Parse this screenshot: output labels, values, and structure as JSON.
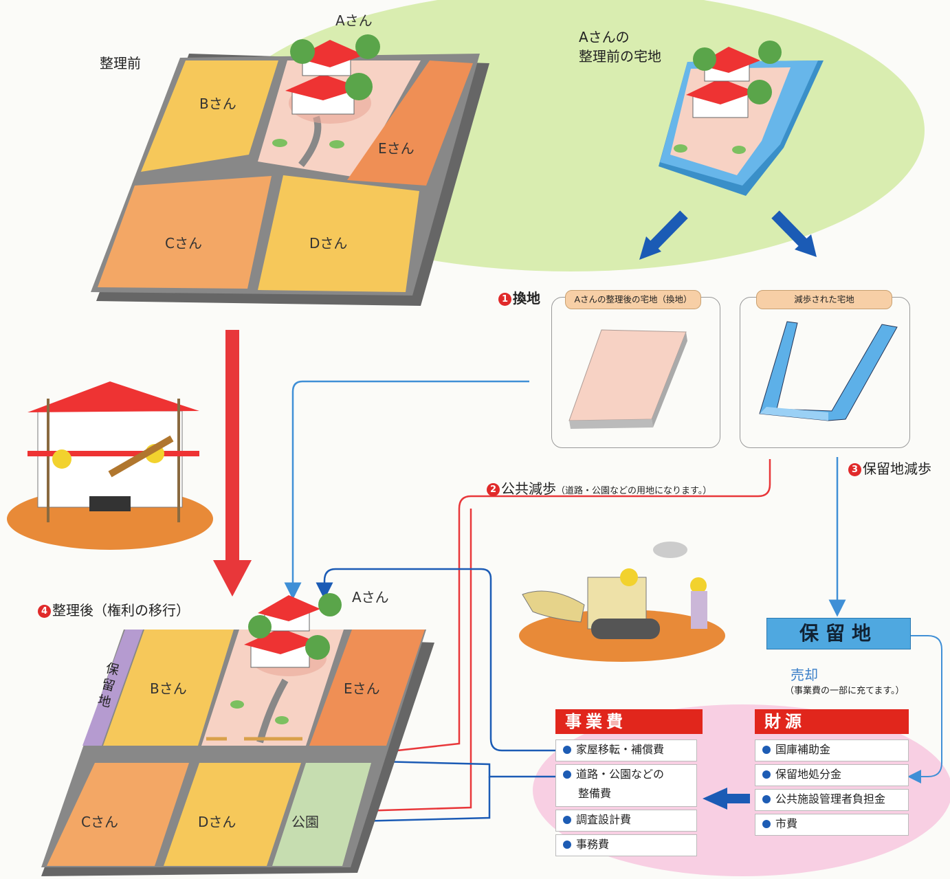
{
  "labels": {
    "before": "整理前",
    "a_top": "Aさん",
    "a_original_line1": "Aさんの",
    "a_original_line2": "整理前の宅地",
    "b": "Bさん",
    "c": "Cさん",
    "d": "Dさん",
    "e": "Eさん",
    "a_after": "Aさん",
    "b_after": "Bさん",
    "c_after": "Cさん",
    "d_after": "Dさん",
    "e_after": "Eさん",
    "park": "公園",
    "reserve_vertical": "保留地"
  },
  "steps": {
    "s1_num": "1",
    "s1_text": "換地",
    "s2_num": "2",
    "s2_text": "公共減歩",
    "s2_note": "（道路・公園などの用地になります。）",
    "s3_num": "3",
    "s3_text": "保留地減歩",
    "s4_num": "4",
    "s4_text": "整理後（権利の移行）"
  },
  "cards": {
    "replot_tag": "Aさんの整理後の宅地（換地）",
    "reduced_tag": "減歩された宅地"
  },
  "reserve": {
    "title": "保留地",
    "sale": "売却",
    "sale_note": "（事業費の一部に充てます。）"
  },
  "costs": {
    "title": "事業費",
    "items": [
      "家屋移転・補償費",
      "道路・公園などの",
      "整備費",
      "調査設計費",
      "事務費"
    ]
  },
  "funds": {
    "title": "財源",
    "items": [
      "国庫補助金",
      "保留地処分金",
      "公共施設管理者負担金",
      "市費"
    ]
  },
  "colors": {
    "red_arrow": "#e8373a",
    "blue_arrow": "#1b5bb5",
    "line_blue": "#3f8fd6",
    "ellipse_green": "#d9edb0",
    "ellipse_pink": "#f8cfe3",
    "lot_yellow": "#f6c85a",
    "lot_orange": "#f3a765",
    "lot_coral": "#ef8f55",
    "park_green": "#c6ddb0",
    "reserve_purple": "#b59bd0"
  }
}
